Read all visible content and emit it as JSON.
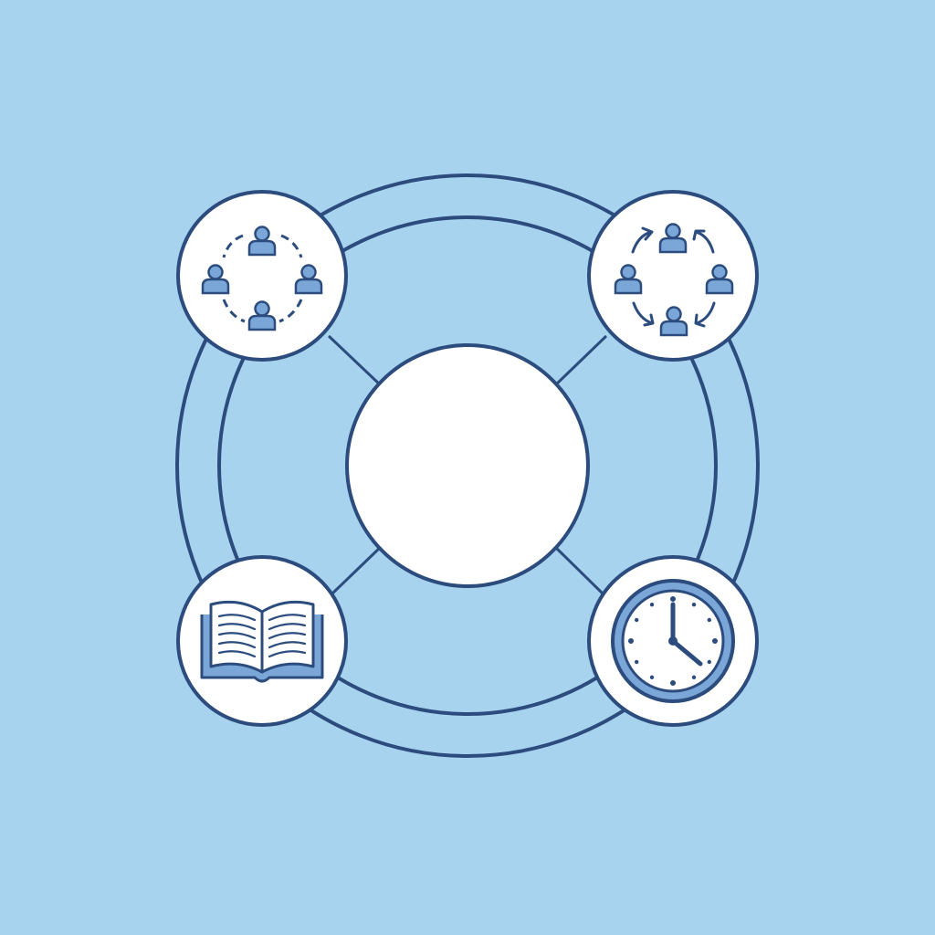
{
  "colors": {
    "background": "#a7d3ef",
    "stroke": "#2c4c7e",
    "fill_white": "#ffffff",
    "icon_fill": "#7aa7d8",
    "clock_face": "#dbe9f6"
  },
  "diagram": {
    "center": {
      "label": ""
    },
    "nodes": [
      {
        "name": "node-collaboration",
        "icon": "group-people-icon"
      },
      {
        "name": "node-cycle",
        "icon": "people-cycle-arrows-icon"
      },
      {
        "name": "node-reading",
        "icon": "open-book-icon"
      },
      {
        "name": "node-time",
        "icon": "clock-icon"
      }
    ]
  }
}
